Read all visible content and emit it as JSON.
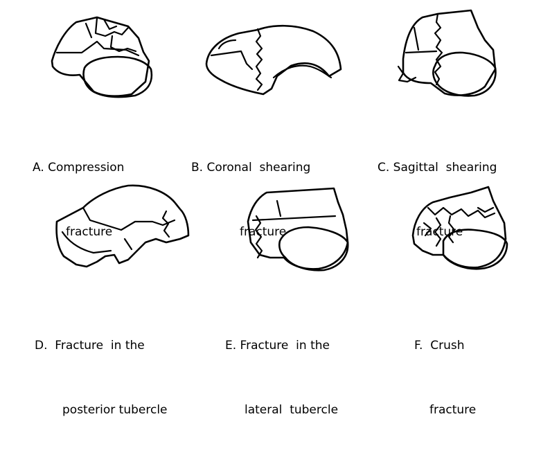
{
  "panels": [
    {
      "id": "A",
      "line1": "A. Compression",
      "line2": "fracture"
    },
    {
      "id": "B",
      "line1": "B. Coronal  shearing",
      "line2": "fracture"
    },
    {
      "id": "C",
      "line1": "C. Sagittal  shearing",
      "line2": "fracture"
    },
    {
      "id": "D",
      "line1": "D.  Fracture  in the",
      "line2": "posterior tubercle"
    },
    {
      "id": "E",
      "line1": "E. Fracture  in the",
      "line2": "lateral  tubercle"
    },
    {
      "id": "F",
      "line1": "F.  Crush",
      "line2": "fracture"
    }
  ]
}
